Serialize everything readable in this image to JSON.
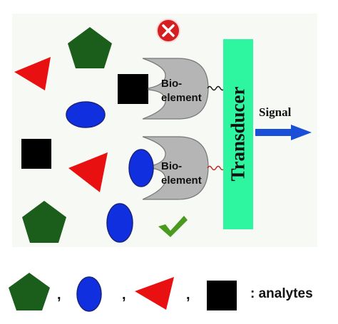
{
  "bioelement_1": "Bio-\nelement",
  "bioelement_2": "Bio-\nelement",
  "transducer": "Transducer",
  "signal": "Signal",
  "legend_label": ": analytes",
  "legend_sep_1": ",",
  "legend_sep_2": ",",
  "legend_sep_3": ",",
  "colors": {
    "pentagon": "#1b5e1b",
    "ellipse": "#1030e0",
    "triangle": "#e81010",
    "square": "#000000",
    "bioelement": "#b5b5b5",
    "transducer": "#2df5a0",
    "signal_arrow": "#1a4fd8",
    "reject_mark": "#d42020",
    "accept_mark": "#4a9a20"
  },
  "icons": [
    "pentagon-analyte",
    "ellipse-analyte",
    "triangle-analyte",
    "square-analyte",
    "reject-x-icon",
    "accept-check-icon"
  ]
}
